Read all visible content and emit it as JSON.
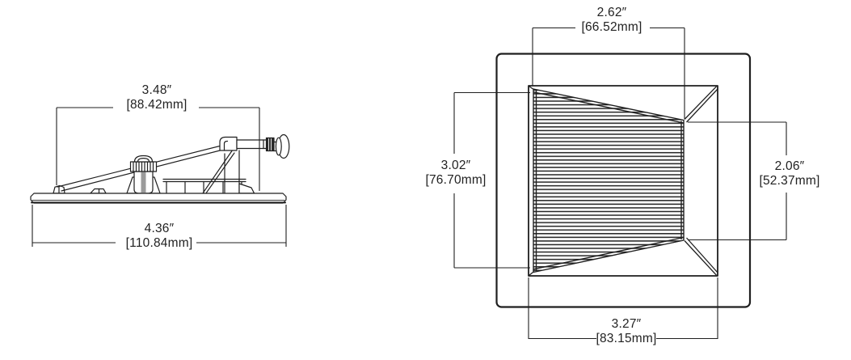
{
  "colors": {
    "ink": "#1f1f1f",
    "background": "#ffffff",
    "shading_gray": "#9b9b9b"
  },
  "views": {
    "side": {
      "dims": {
        "housing_width": {
          "inches": "3.48″",
          "mm": "[88.42mm]"
        },
        "flange_width": {
          "inches": "4.36″",
          "mm": "[110.84mm]"
        }
      }
    },
    "front": {
      "dims": {
        "top": {
          "inches": "2.62″",
          "mm": "[66.52mm]"
        },
        "left": {
          "inches": "3.02″",
          "mm": "[76.70mm]"
        },
        "right": {
          "inches": "2.06″",
          "mm": "[52.37mm]"
        },
        "bottom": {
          "inches": "3.27″",
          "mm": "[83.15mm]"
        }
      }
    }
  }
}
